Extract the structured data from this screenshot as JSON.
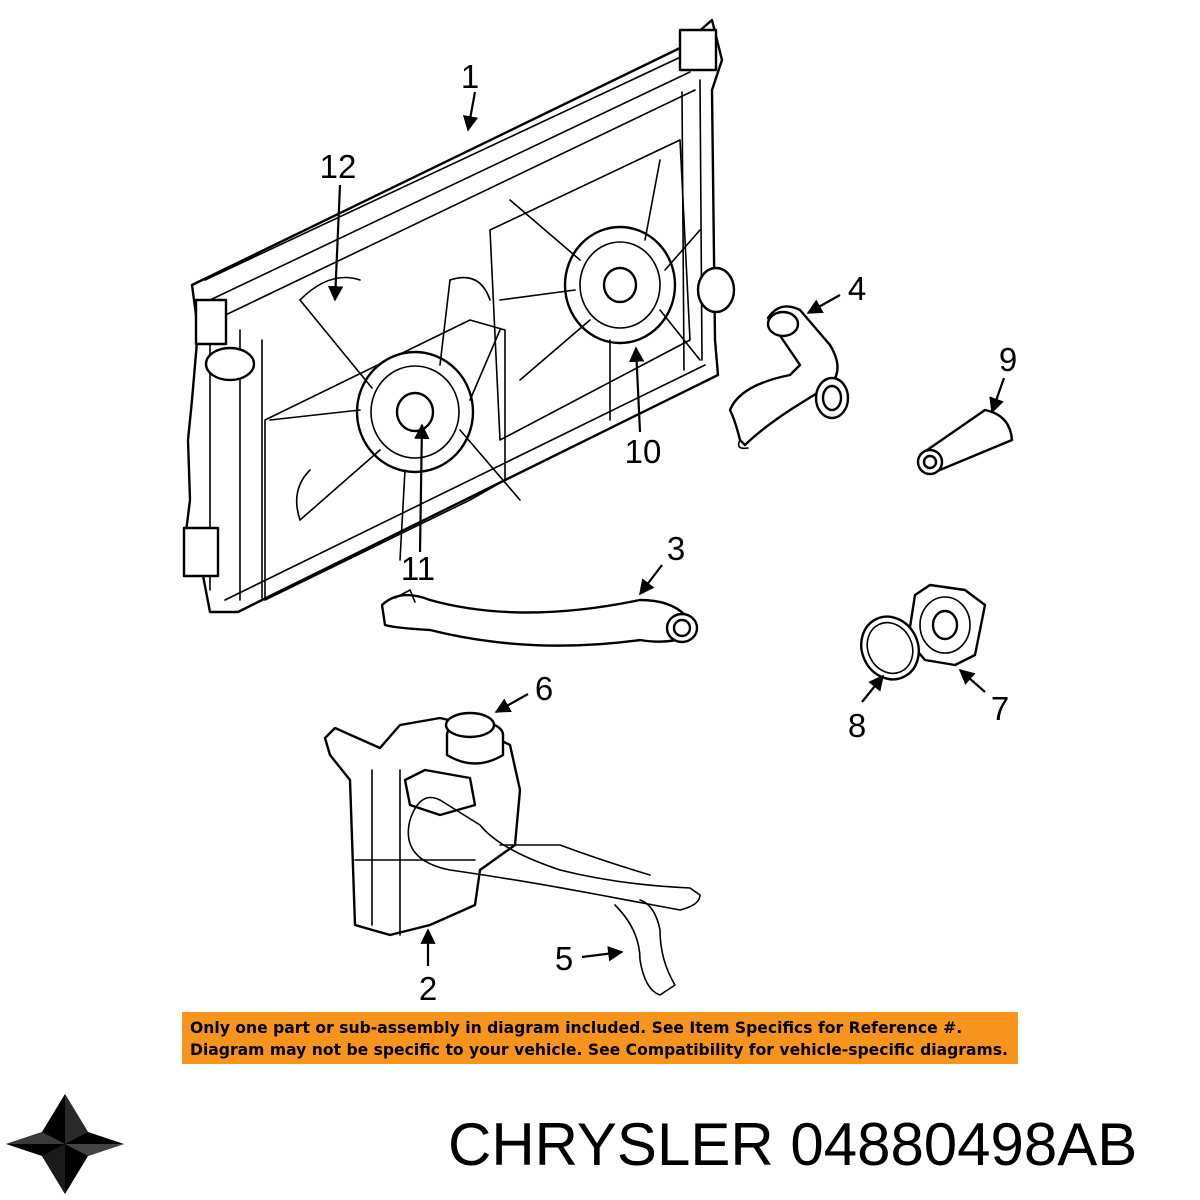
{
  "diagram": {
    "callouts": [
      "1",
      "2",
      "3",
      "4",
      "5",
      "6",
      "7",
      "8",
      "9",
      "10",
      "11",
      "12"
    ]
  },
  "notice": {
    "background_color": "#f7941d",
    "line1": "Only one part or sub-assembly in diagram included. See Item Specifics for Reference #.",
    "line2": "Diagram may not be specific to your vehicle. See Compatibility for vehicle-specific diagrams."
  },
  "footer": {
    "brand_and_part": "CHRYSLER 04880498AB",
    "logo": "chrysler-pentastar-logo"
  }
}
